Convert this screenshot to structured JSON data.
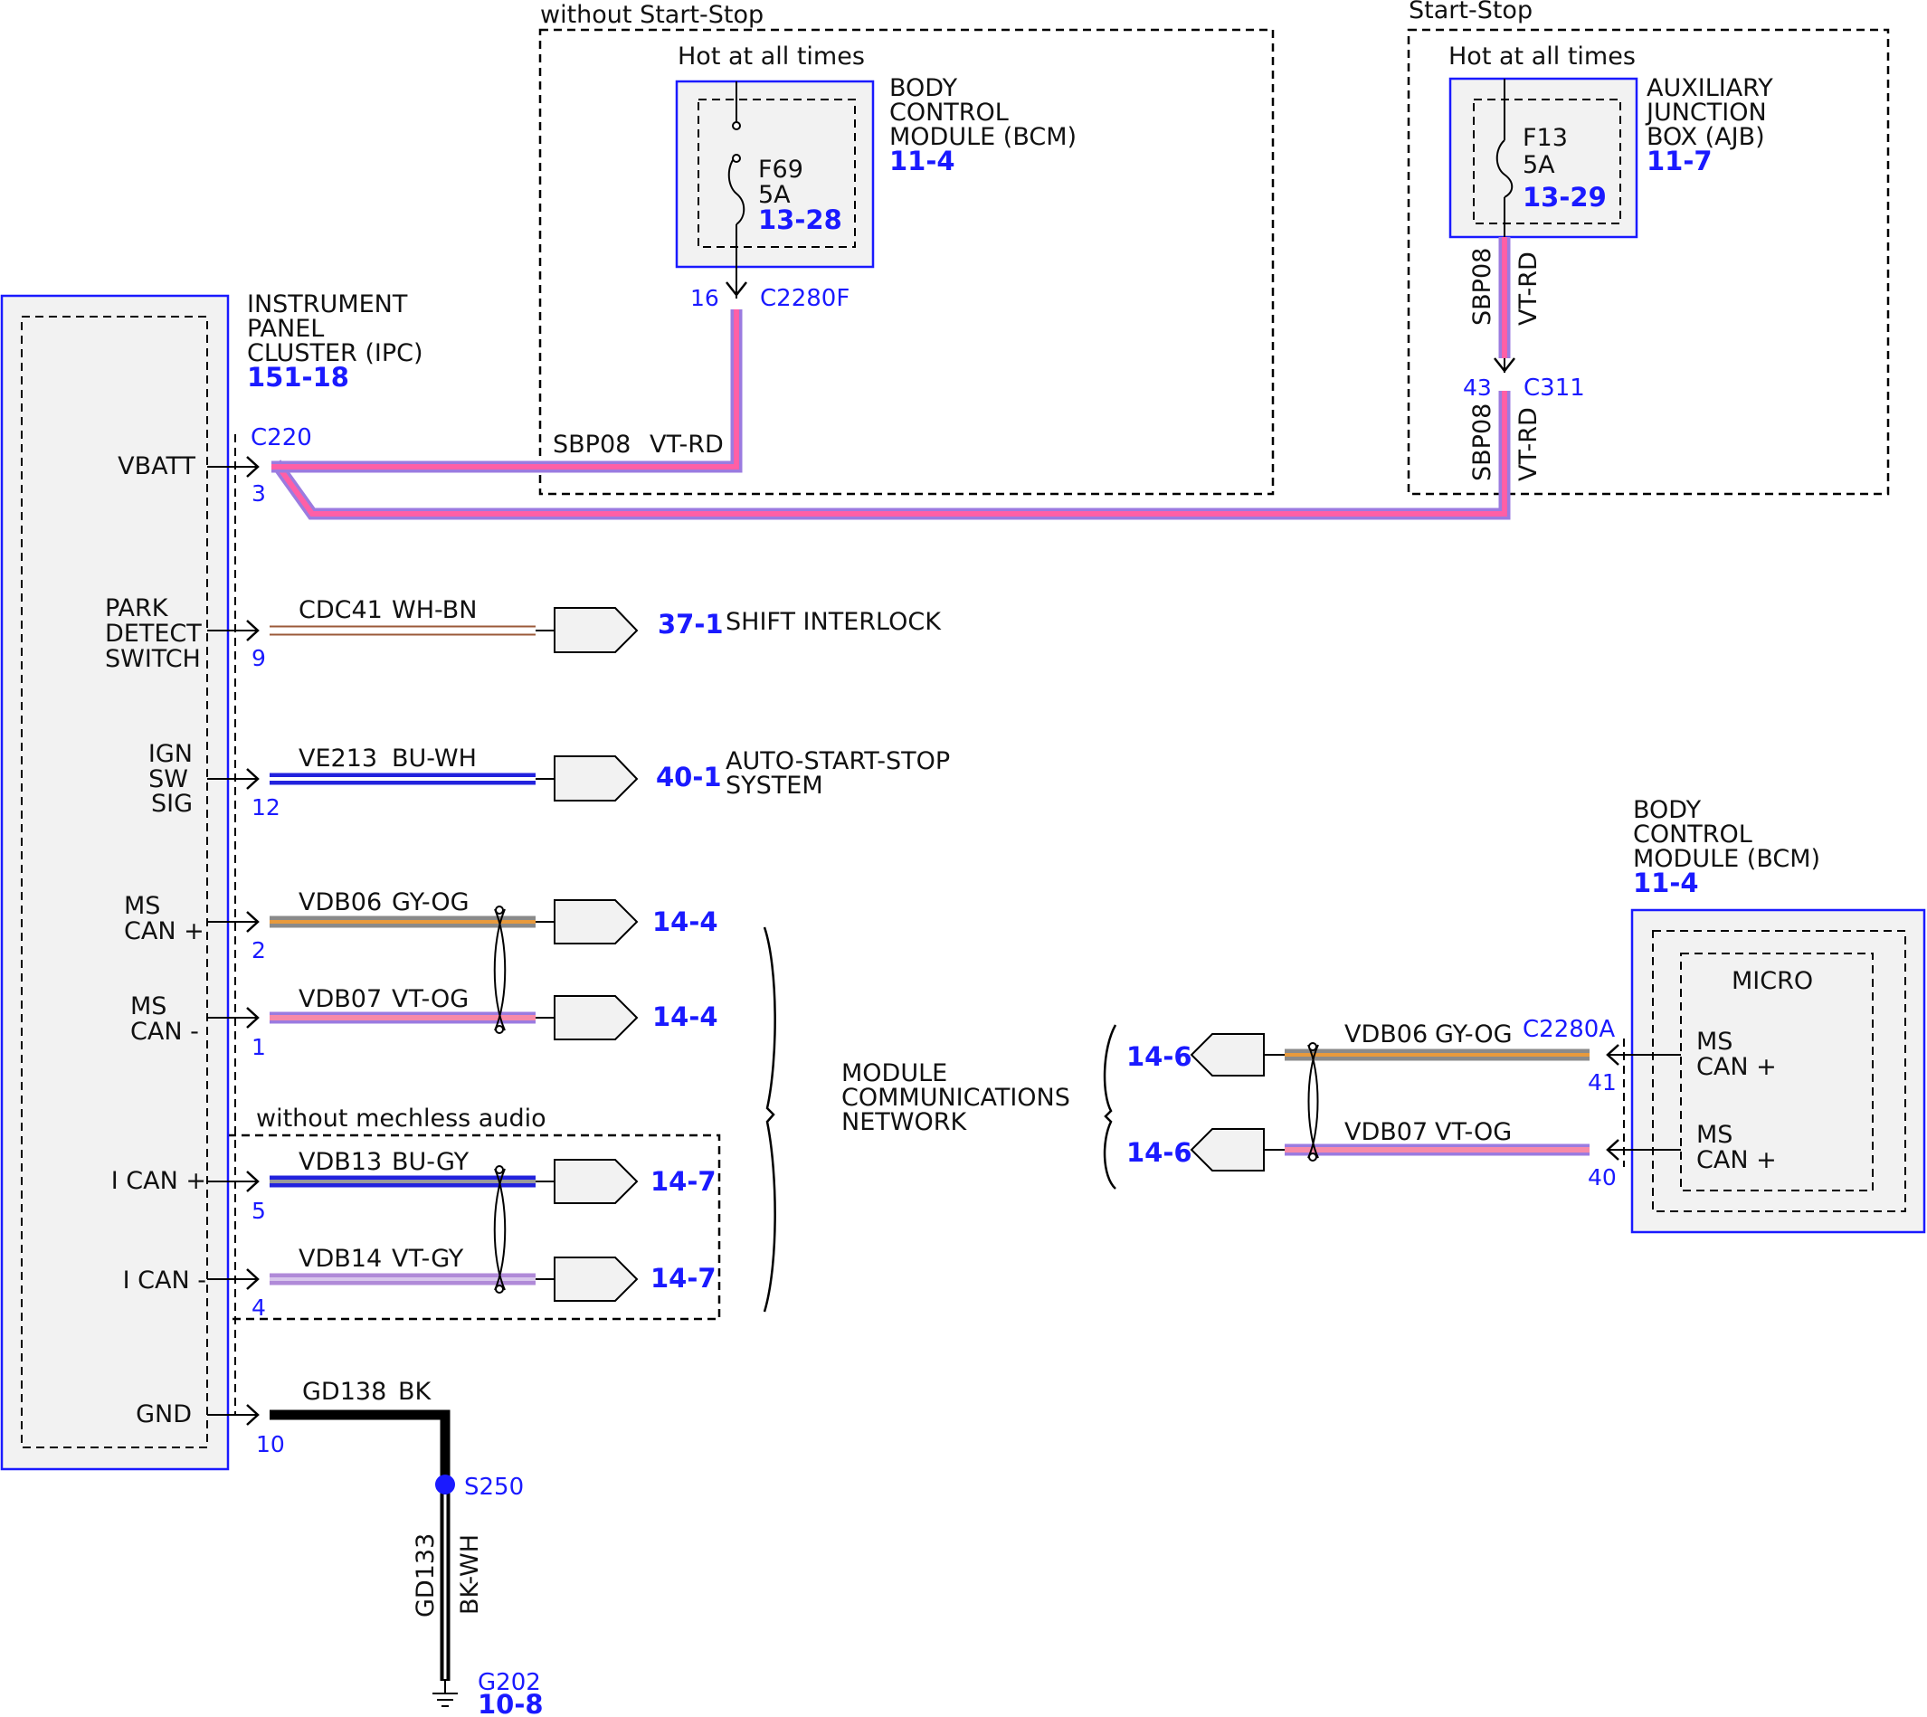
{
  "regions": {
    "without_start_stop": "without Start-Stop",
    "start_stop": "Start-Stop",
    "without_mechless_audio": "without mechless audio"
  },
  "bcm_top": {
    "hot": "Hot at all times",
    "name_lines": [
      "BODY",
      "CONTROL",
      "MODULE (BCM)"
    ],
    "ref": "11-4",
    "fuse": "F69",
    "fuse_rating": "5A",
    "fuse_ref": "13-28",
    "pin": "16",
    "connector": "C2280F"
  },
  "ajb": {
    "hot": "Hot at all times",
    "name_lines": [
      "AUXILIARY",
      "JUNCTION",
      "BOX (AJB)"
    ],
    "ref": "11-7",
    "fuse": "F13",
    "fuse_rating": "5A",
    "fuse_ref": "13-29",
    "wire_circuit": "SBP08",
    "wire_color": "VT-RD",
    "pin": "43",
    "connector": "C311"
  },
  "ipc": {
    "name_lines": [
      "INSTRUMENT",
      "PANEL",
      "CLUSTER (IPC)"
    ],
    "ref": "151-18",
    "connector": "C220"
  },
  "ipc_pins": {
    "vbatt": "VBATT",
    "park": [
      "PARK",
      "DETECT",
      "SWITCH"
    ],
    "ign": [
      "IGN",
      "SW",
      "SIG"
    ],
    "mscanp": [
      "MS",
      "CAN +"
    ],
    "mscanm": [
      "MS",
      "CAN -"
    ],
    "icanp": "I CAN +",
    "icanm": "I CAN -",
    "gnd": "GND"
  },
  "wires": {
    "vbatt": {
      "pin": "3",
      "circuit": "SBP08",
      "color": "VT-RD"
    },
    "park": {
      "pin": "9",
      "circuit": "CDC41",
      "color": "WH-BN",
      "ref": "37-1",
      "dest": "SHIFT INTERLOCK"
    },
    "ign": {
      "pin": "12",
      "circuit": "VE213",
      "color": "BU-WH",
      "ref": "40-1",
      "dest": [
        "AUTO-START-STOP",
        "SYSTEM"
      ]
    },
    "mscanp": {
      "pin": "2",
      "circuit": "VDB06",
      "color": "GY-OG",
      "ref": "14-4"
    },
    "mscanm": {
      "pin": "1",
      "circuit": "VDB07",
      "color": "VT-OG",
      "ref": "14-4"
    },
    "icanp": {
      "pin": "5",
      "circuit": "VDB13",
      "color": "BU-GY",
      "ref": "14-7"
    },
    "icanm": {
      "pin": "4",
      "circuit": "VDB14",
      "color": "VT-GY",
      "ref": "14-7"
    },
    "gnd": {
      "pin": "10",
      "circuit": "GD138",
      "color": "BK"
    }
  },
  "network": [
    "MODULE",
    "COMMUNICATIONS",
    "NETWORK"
  ],
  "bcm_right": {
    "name_lines": [
      "BODY",
      "CONTROL",
      "MODULE (BCM)"
    ],
    "ref": "11-4",
    "micro": "MICRO",
    "connector": "C2280A",
    "pin_p": {
      "label": [
        "MS",
        "CAN +"
      ],
      "pin": "41",
      "circuit": "VDB06",
      "color": "GY-OG",
      "ref": "14-6"
    },
    "pin_m": {
      "label": [
        "MS",
        "CAN +"
      ],
      "pin": "40",
      "circuit": "VDB07",
      "color": "VT-OG",
      "ref": "14-6"
    }
  },
  "ground": {
    "splice": "S250",
    "circuit": "GD133",
    "color": "BK-WH",
    "ground": "G202",
    "ref": "10-8"
  },
  "colors": {
    "module_border": "#1a1aff",
    "module_fill": "#f2f2f2",
    "pink": "#ff5fa6",
    "violet": "#9b7be0",
    "blue": "#2222dd",
    "gray": "#9a9a9a",
    "orange": "#e89a3c",
    "brown": "#9b5a3a",
    "black": "#000000"
  }
}
